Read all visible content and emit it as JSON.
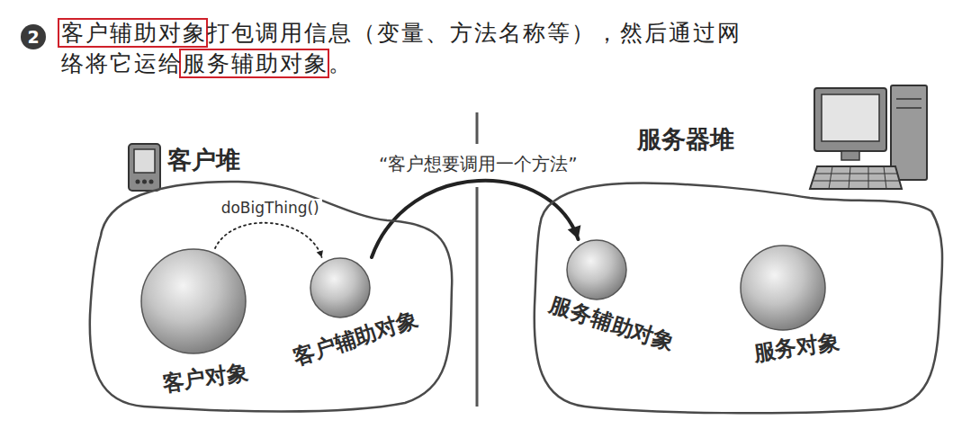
{
  "diagram": {
    "title": "客户辅助对象打包调用信息（变量、方法名称等），然后通过网络将它运给服务辅助对象。",
    "nodes": [
      {
        "text": [
          "客户堆"
        ]
      },
      {
        "text": [
          "客户对象"
        ],
        "in": 0
      },
      {
        "text": [
          "客户辅助对象"
        ],
        "in": 0
      },
      {
        "text": [
          "服务器堆"
        ]
      },
      {
        "text": [
          "服务辅助对象"
        ],
        "in": 3
      },
      {
        "text": [
          "服务对象"
        ],
        "in": 3
      }
    ],
    "edges": [
      {
        "from": 1,
        "to": 2,
        "arrow": "to",
        "label": "doBigThing()"
      },
      {
        "from": 2,
        "to": 4,
        "arrow": "to",
        "label": "“客户想要调用一个方法”"
      }
    ],
    "labels": [
      "2"
    ]
  }
}
